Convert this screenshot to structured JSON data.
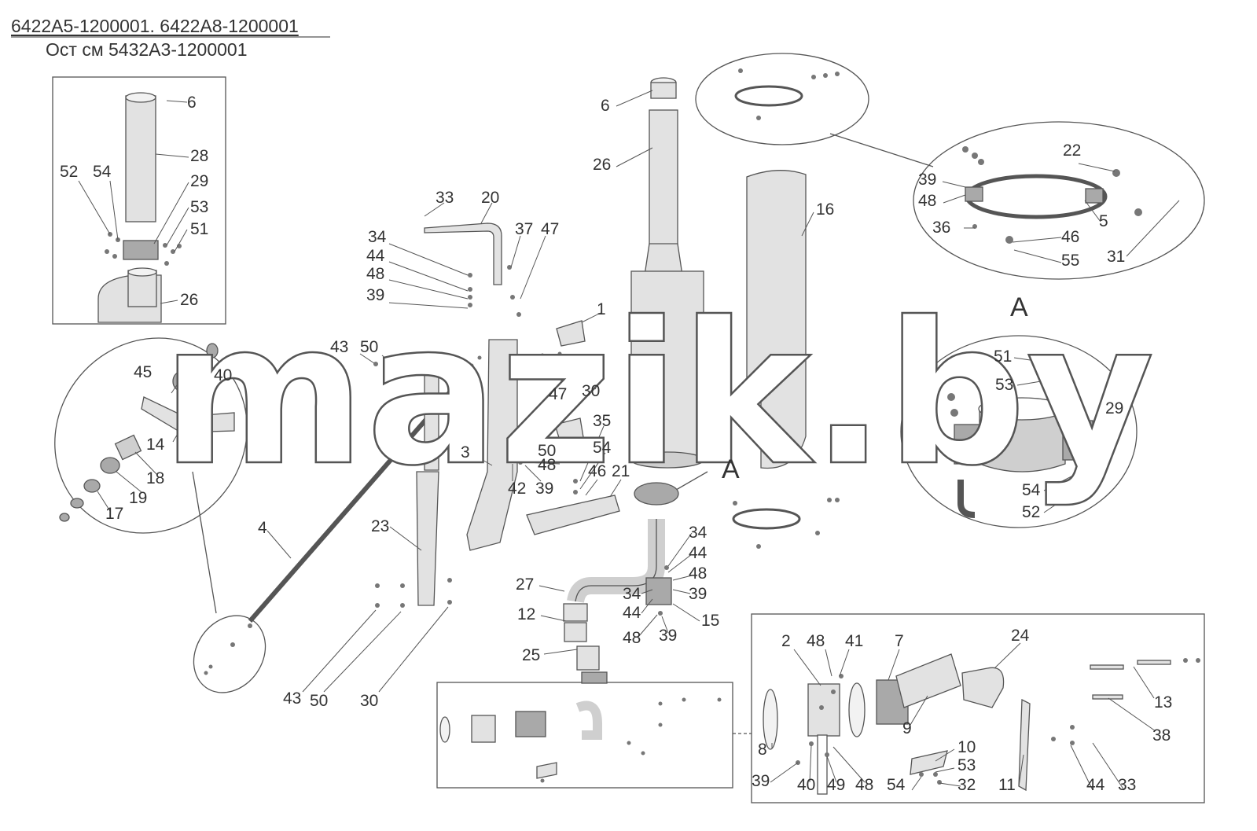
{
  "title": {
    "code": "6422А5-1200001. 6422А8-1200001",
    "ref": "Ост см 5432А3-1200001"
  },
  "watermark": "mazik.by",
  "view_labels": [
    "А",
    "А"
  ],
  "callouts": [
    "6",
    "28",
    "52",
    "54",
    "29",
    "53",
    "51",
    "26",
    "6",
    "26",
    "16",
    "33",
    "20",
    "34",
    "37",
    "47",
    "44",
    "48",
    "39",
    "22",
    "39",
    "48",
    "5",
    "36",
    "46",
    "55",
    "31",
    "1",
    "43",
    "50",
    "47",
    "30",
    "45",
    "40",
    "14",
    "18",
    "19",
    "17",
    "35",
    "54",
    "3",
    "50",
    "48",
    "42",
    "39",
    "46",
    "21",
    "51",
    "53",
    "29",
    "54",
    "52",
    "4",
    "23",
    "34",
    "44",
    "48",
    "27",
    "34",
    "39",
    "44",
    "15",
    "12",
    "48",
    "39",
    "25",
    "43",
    "50",
    "30",
    "2",
    "48",
    "41",
    "7",
    "24",
    "13",
    "38",
    "8",
    "9",
    "10",
    "53",
    "39",
    "40",
    "49",
    "48",
    "54",
    "32",
    "11",
    "44",
    "33"
  ],
  "colors": {
    "line": "#555555",
    "part_fill": "#e2e2e2",
    "part_dark": "#a9a9a9",
    "text": "#333333"
  }
}
